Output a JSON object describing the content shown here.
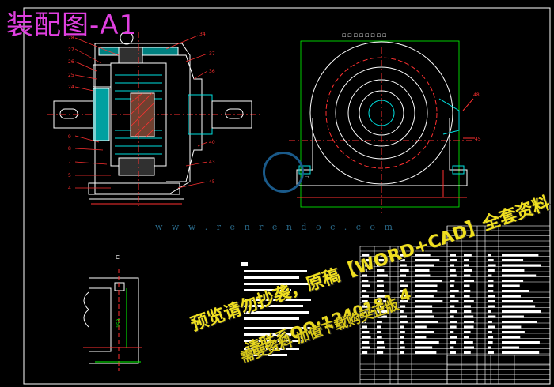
{
  "title": "装配图-A1",
  "watermark": {
    "site": "w w w . r e n r e n d o c . c o m",
    "line1": "预览请勿抄袭，原稿【WORD+CAD】全套资料",
    "line2": "请联系QQ:1240181 4",
    "line3": "需要资料  加值下载购买正版"
  },
  "colors": {
    "outline": "#ffffff",
    "part_cyan": "#00e0e0",
    "dim_red": "#ff3030",
    "center_green": "#00ff00",
    "title_magenta": "#e040e0",
    "watermark_yellow": "#f0e020"
  }
}
